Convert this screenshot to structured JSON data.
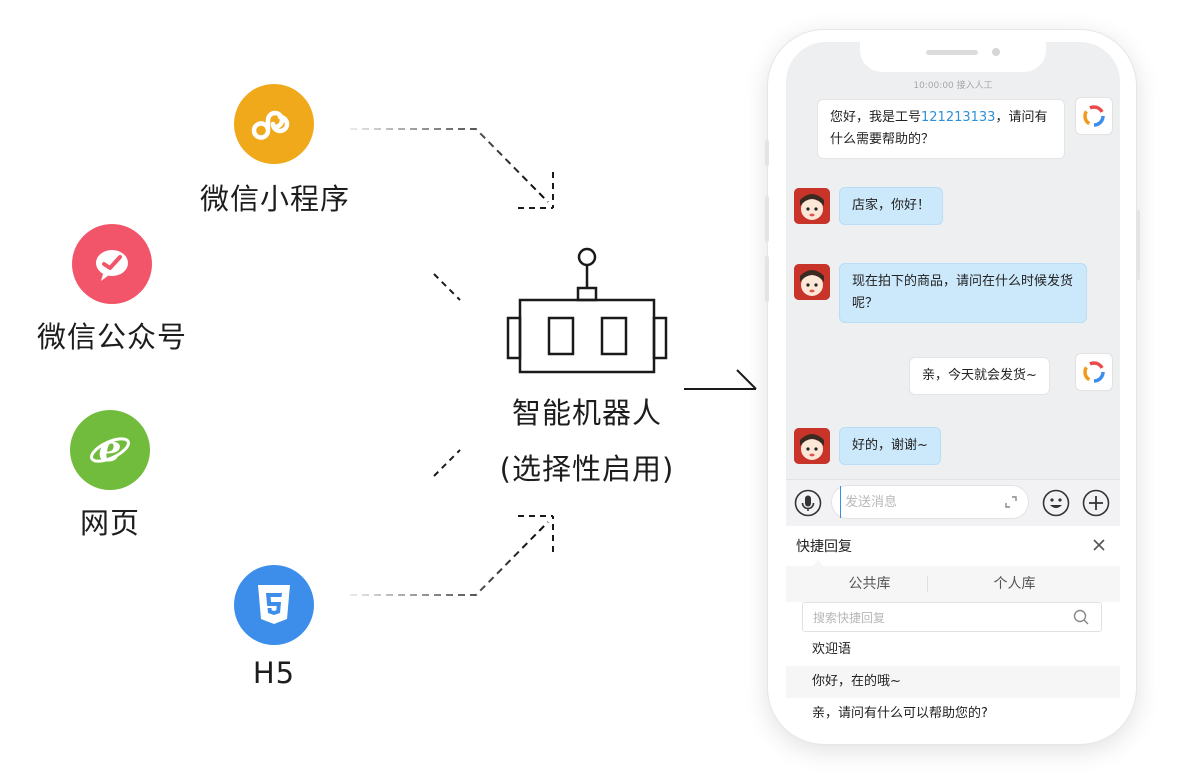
{
  "channels": [
    {
      "label": "微信小程序",
      "icon": "mini-program-icon",
      "color": "#f0a91a"
    },
    {
      "label": "微信公众号",
      "icon": "official-account-icon",
      "color": "#f2556a"
    },
    {
      "label": "网页",
      "icon": "browser-e-icon",
      "color": "#71bb3d"
    },
    {
      "label": "H5",
      "icon": "html5-icon",
      "color": "#3c8eea"
    }
  ],
  "robot": {
    "name": "智能机器人",
    "note": "(选择性启用)",
    "icon": "robot-icon"
  },
  "chat": {
    "system_time": "10:00:00 接入人工",
    "agent_greeting_prefix": "您好，我是工号",
    "agent_id": "121213133",
    "agent_greeting_suffix": "，请问有什么需要帮助的？",
    "messages": [
      {
        "from": "user",
        "text": "店家，你好！"
      },
      {
        "from": "user",
        "text": "现在拍下的商品，请问在什么时候发货呢？"
      },
      {
        "from": "agent",
        "text": "亲，今天就会发货~"
      },
      {
        "from": "user",
        "text": "好的，谢谢~"
      }
    ],
    "input_placeholder": "发送消息"
  },
  "quick_reply": {
    "title": "快捷回复",
    "tabs": [
      "公共库",
      "个人库"
    ],
    "search_placeholder": "搜索快捷回复",
    "items": [
      "欢迎语",
      "你好，在的哦~",
      "亲，请问有什么可以帮助您的?"
    ]
  },
  "colors": {
    "accent_blue": "#2e90d8",
    "user_bubble": "#cce8fb",
    "mini_program": "#f0a91a",
    "official_account": "#f2556a",
    "web": "#71bb3d",
    "h5": "#3c8eea"
  }
}
